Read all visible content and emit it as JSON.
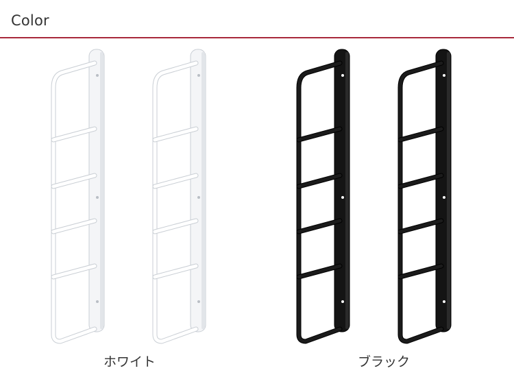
{
  "header": {
    "title": "Color"
  },
  "variants": [
    {
      "label": "ホワイト",
      "finish": "white",
      "colors": {
        "frame": "#ffffff",
        "stroke": "#c9ced4",
        "plate": "#f4f5f7",
        "plateShade": "#e2e5e9"
      }
    },
    {
      "label": "ブラック",
      "finish": "black",
      "colors": {
        "frame": "#1b1b1b",
        "stroke": "#000000",
        "plate": "#141414",
        "plateShade": "#2a2a2a"
      }
    }
  ],
  "accent_color": "#a8283a"
}
